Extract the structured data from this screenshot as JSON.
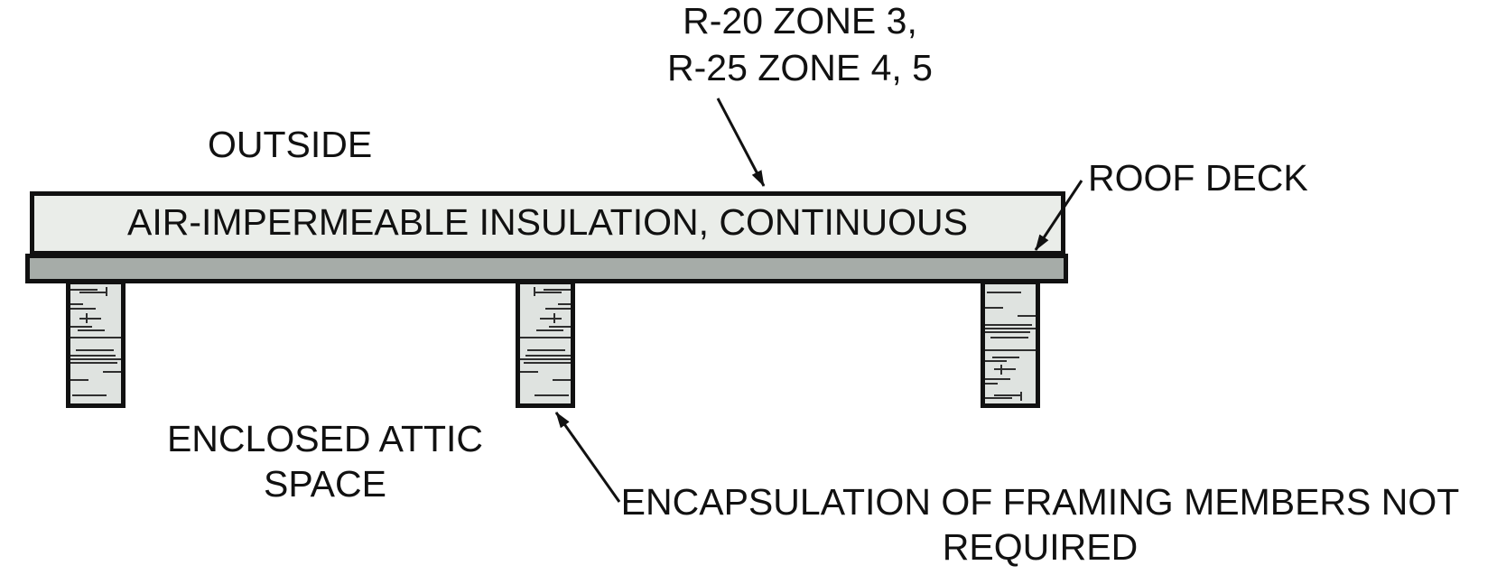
{
  "diagram": {
    "title": "Air-impermeable continuous insulation over roof deck",
    "labels": {
      "zone_note_line1": "R-20 ZONE 3,",
      "zone_note_line2": "R-25 ZONE 4, 5",
      "outside": "OUTSIDE",
      "roof_deck": "ROOF DECK",
      "insulation": "AIR-IMPERMEABLE INSULATION, CONTINUOUS",
      "attic_line1": "ENCLOSED ATTIC",
      "attic_line2": "SPACE",
      "encapsulation_line1": "ENCAPSULATION OF FRAMING MEMBERS NOT",
      "encapsulation_line2": "REQUIRED"
    },
    "colors": {
      "insulation_fill": "#eaede9",
      "roof_deck_fill": "#a6aca8",
      "framing_fill": "#dfe3e0",
      "grain_line": "#2f2f2f",
      "line": "#111111",
      "text": "#111111",
      "background": "#ffffff"
    }
  }
}
